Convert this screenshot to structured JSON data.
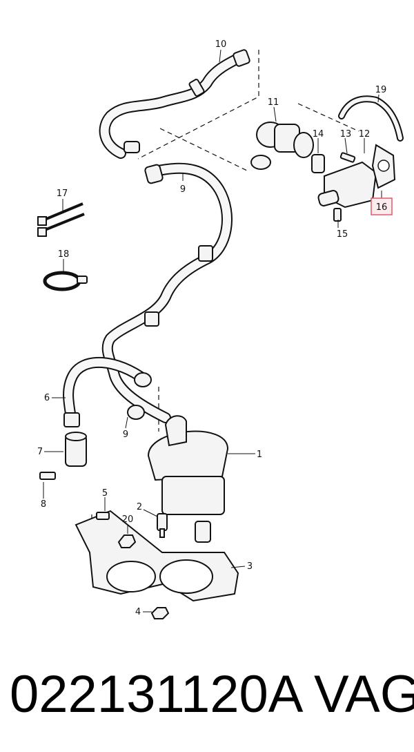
{
  "diagram": {
    "callouts": {
      "c1": "1",
      "c2": "2",
      "c3": "3",
      "c4": "4",
      "c5": "5",
      "c6": "6",
      "c7": "7",
      "c8": "8",
      "c9a": "9",
      "c9b": "9",
      "c10": "10",
      "c11": "11",
      "c12": "12",
      "c13": "13",
      "c14": "14",
      "c15": "15",
      "c16": "16",
      "c17": "17",
      "c18": "18",
      "c19": "19",
      "c20": "20"
    },
    "highlight_color": "#e05a6a"
  },
  "caption": {
    "part_number": "022131120A",
    "brand": "VAG"
  }
}
